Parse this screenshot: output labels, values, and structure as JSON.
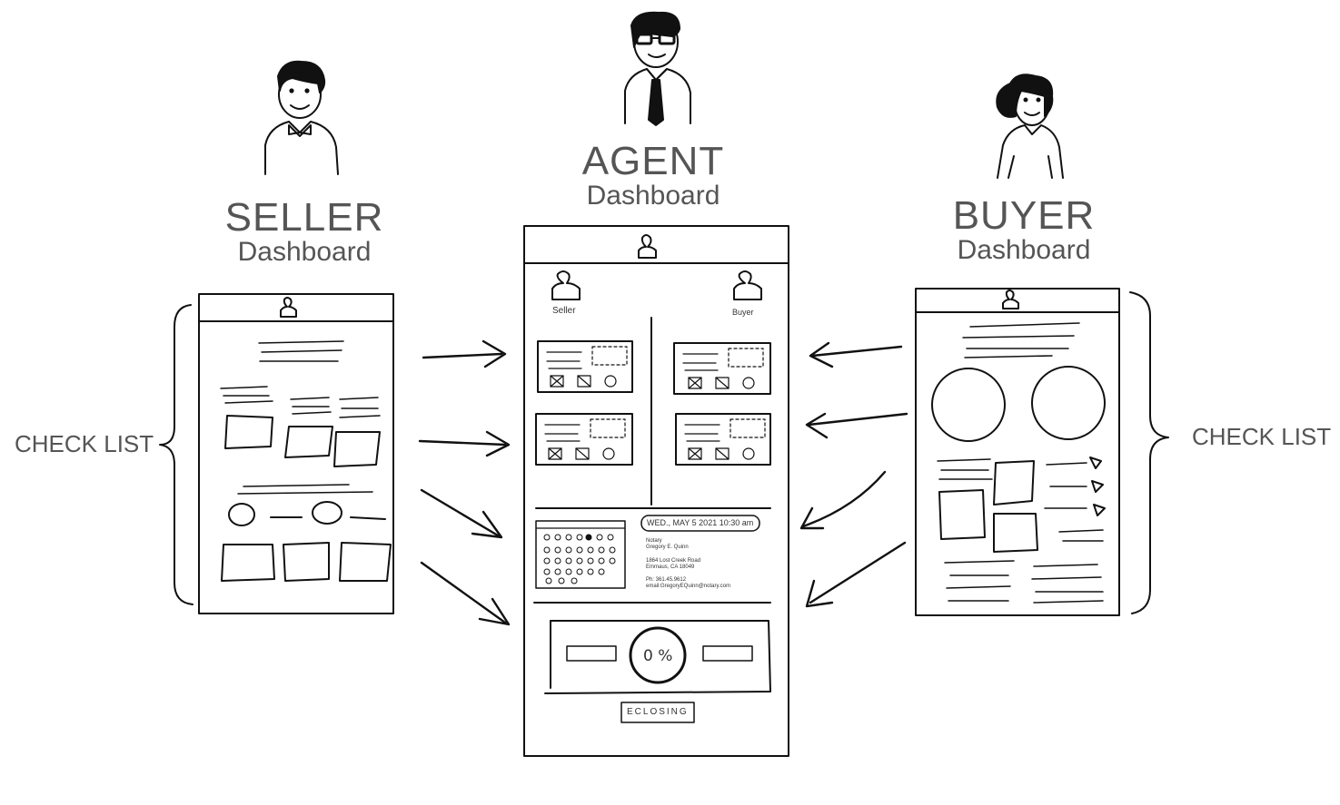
{
  "roles": {
    "seller": {
      "title": "SELLER",
      "subtitle": "Dashboard"
    },
    "agent": {
      "title": "AGENT",
      "subtitle": "Dashboard"
    },
    "buyer": {
      "title": "BUYER",
      "subtitle": "Dashboard"
    }
  },
  "check_list_label": "CHECK LIST",
  "agent_panel": {
    "seller_label": "Seller",
    "buyer_label": "Buyer",
    "appointment_date": "WED., MAY 5 2021 10:30 am",
    "notary_heading": "Notary",
    "notary_name": "Gregory E. Quinn",
    "address_line1": "1864 Lost Creek Road",
    "address_line2": "Emmaus, CA 18049",
    "phone": "Ph: 361.45.9612",
    "email": "email:GregoryEQuinn@notary.com",
    "progress_value": "0 %",
    "closing_label": "ECLOSING"
  }
}
